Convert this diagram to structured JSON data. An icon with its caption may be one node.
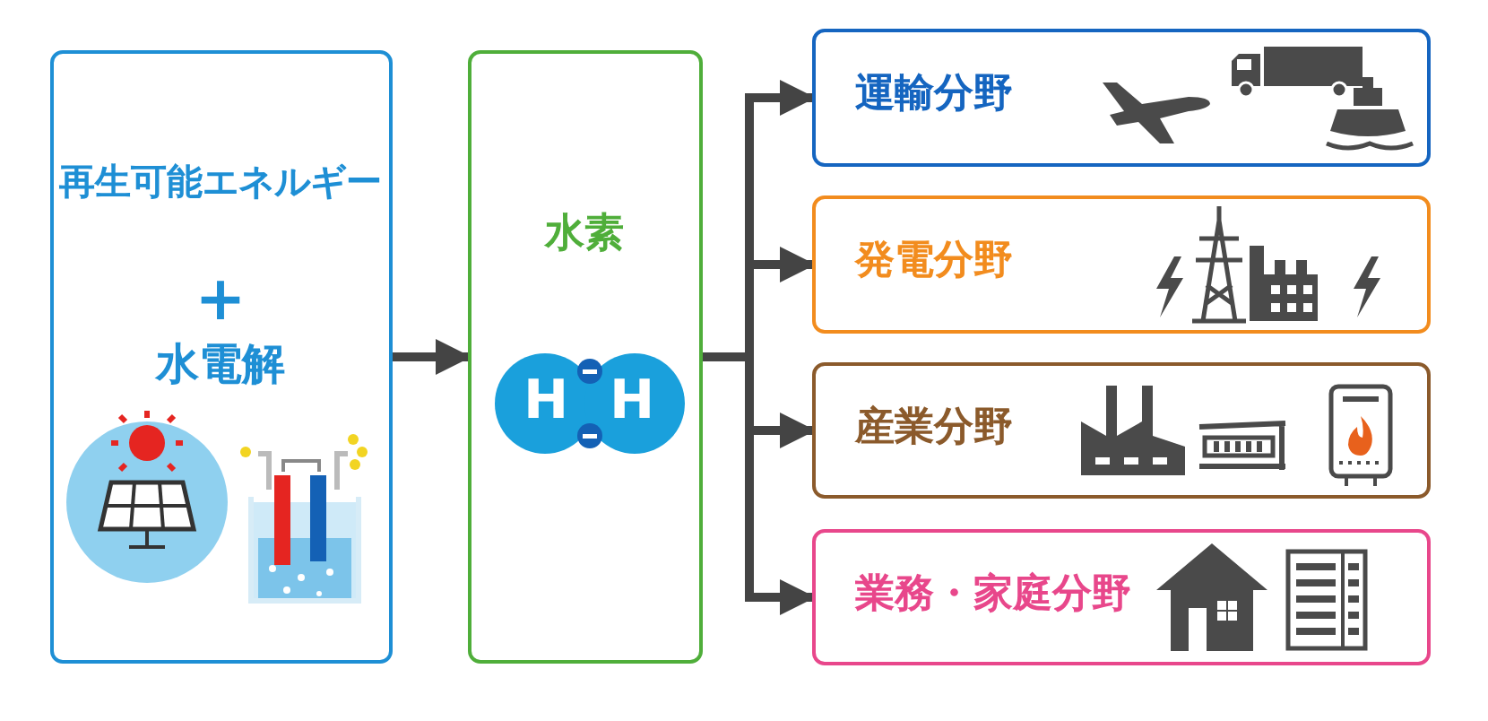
{
  "diagram": {
    "nodes": [
      {
        "text": [
          "再生可能エネルギー",
          "+",
          "水電解"
        ]
      },
      {
        "text": [
          "水素"
        ]
      },
      {
        "text": [
          "運輸分野"
        ]
      },
      {
        "text": [
          "発電分野"
        ]
      },
      {
        "text": [
          "産業分野"
        ]
      },
      {
        "text": [
          "業務・家庭分野"
        ]
      }
    ],
    "edges": [
      {
        "from": 0,
        "to": 1,
        "arrow": "to"
      },
      {
        "from": 1,
        "to": 2,
        "arrow": "to"
      },
      {
        "from": 1,
        "to": 3,
        "arrow": "to"
      },
      {
        "from": 1,
        "to": 4,
        "arrow": "to"
      },
      {
        "from": 1,
        "to": 5,
        "arrow": "to"
      }
    ],
    "labels": [
      "H",
      "H"
    ]
  }
}
